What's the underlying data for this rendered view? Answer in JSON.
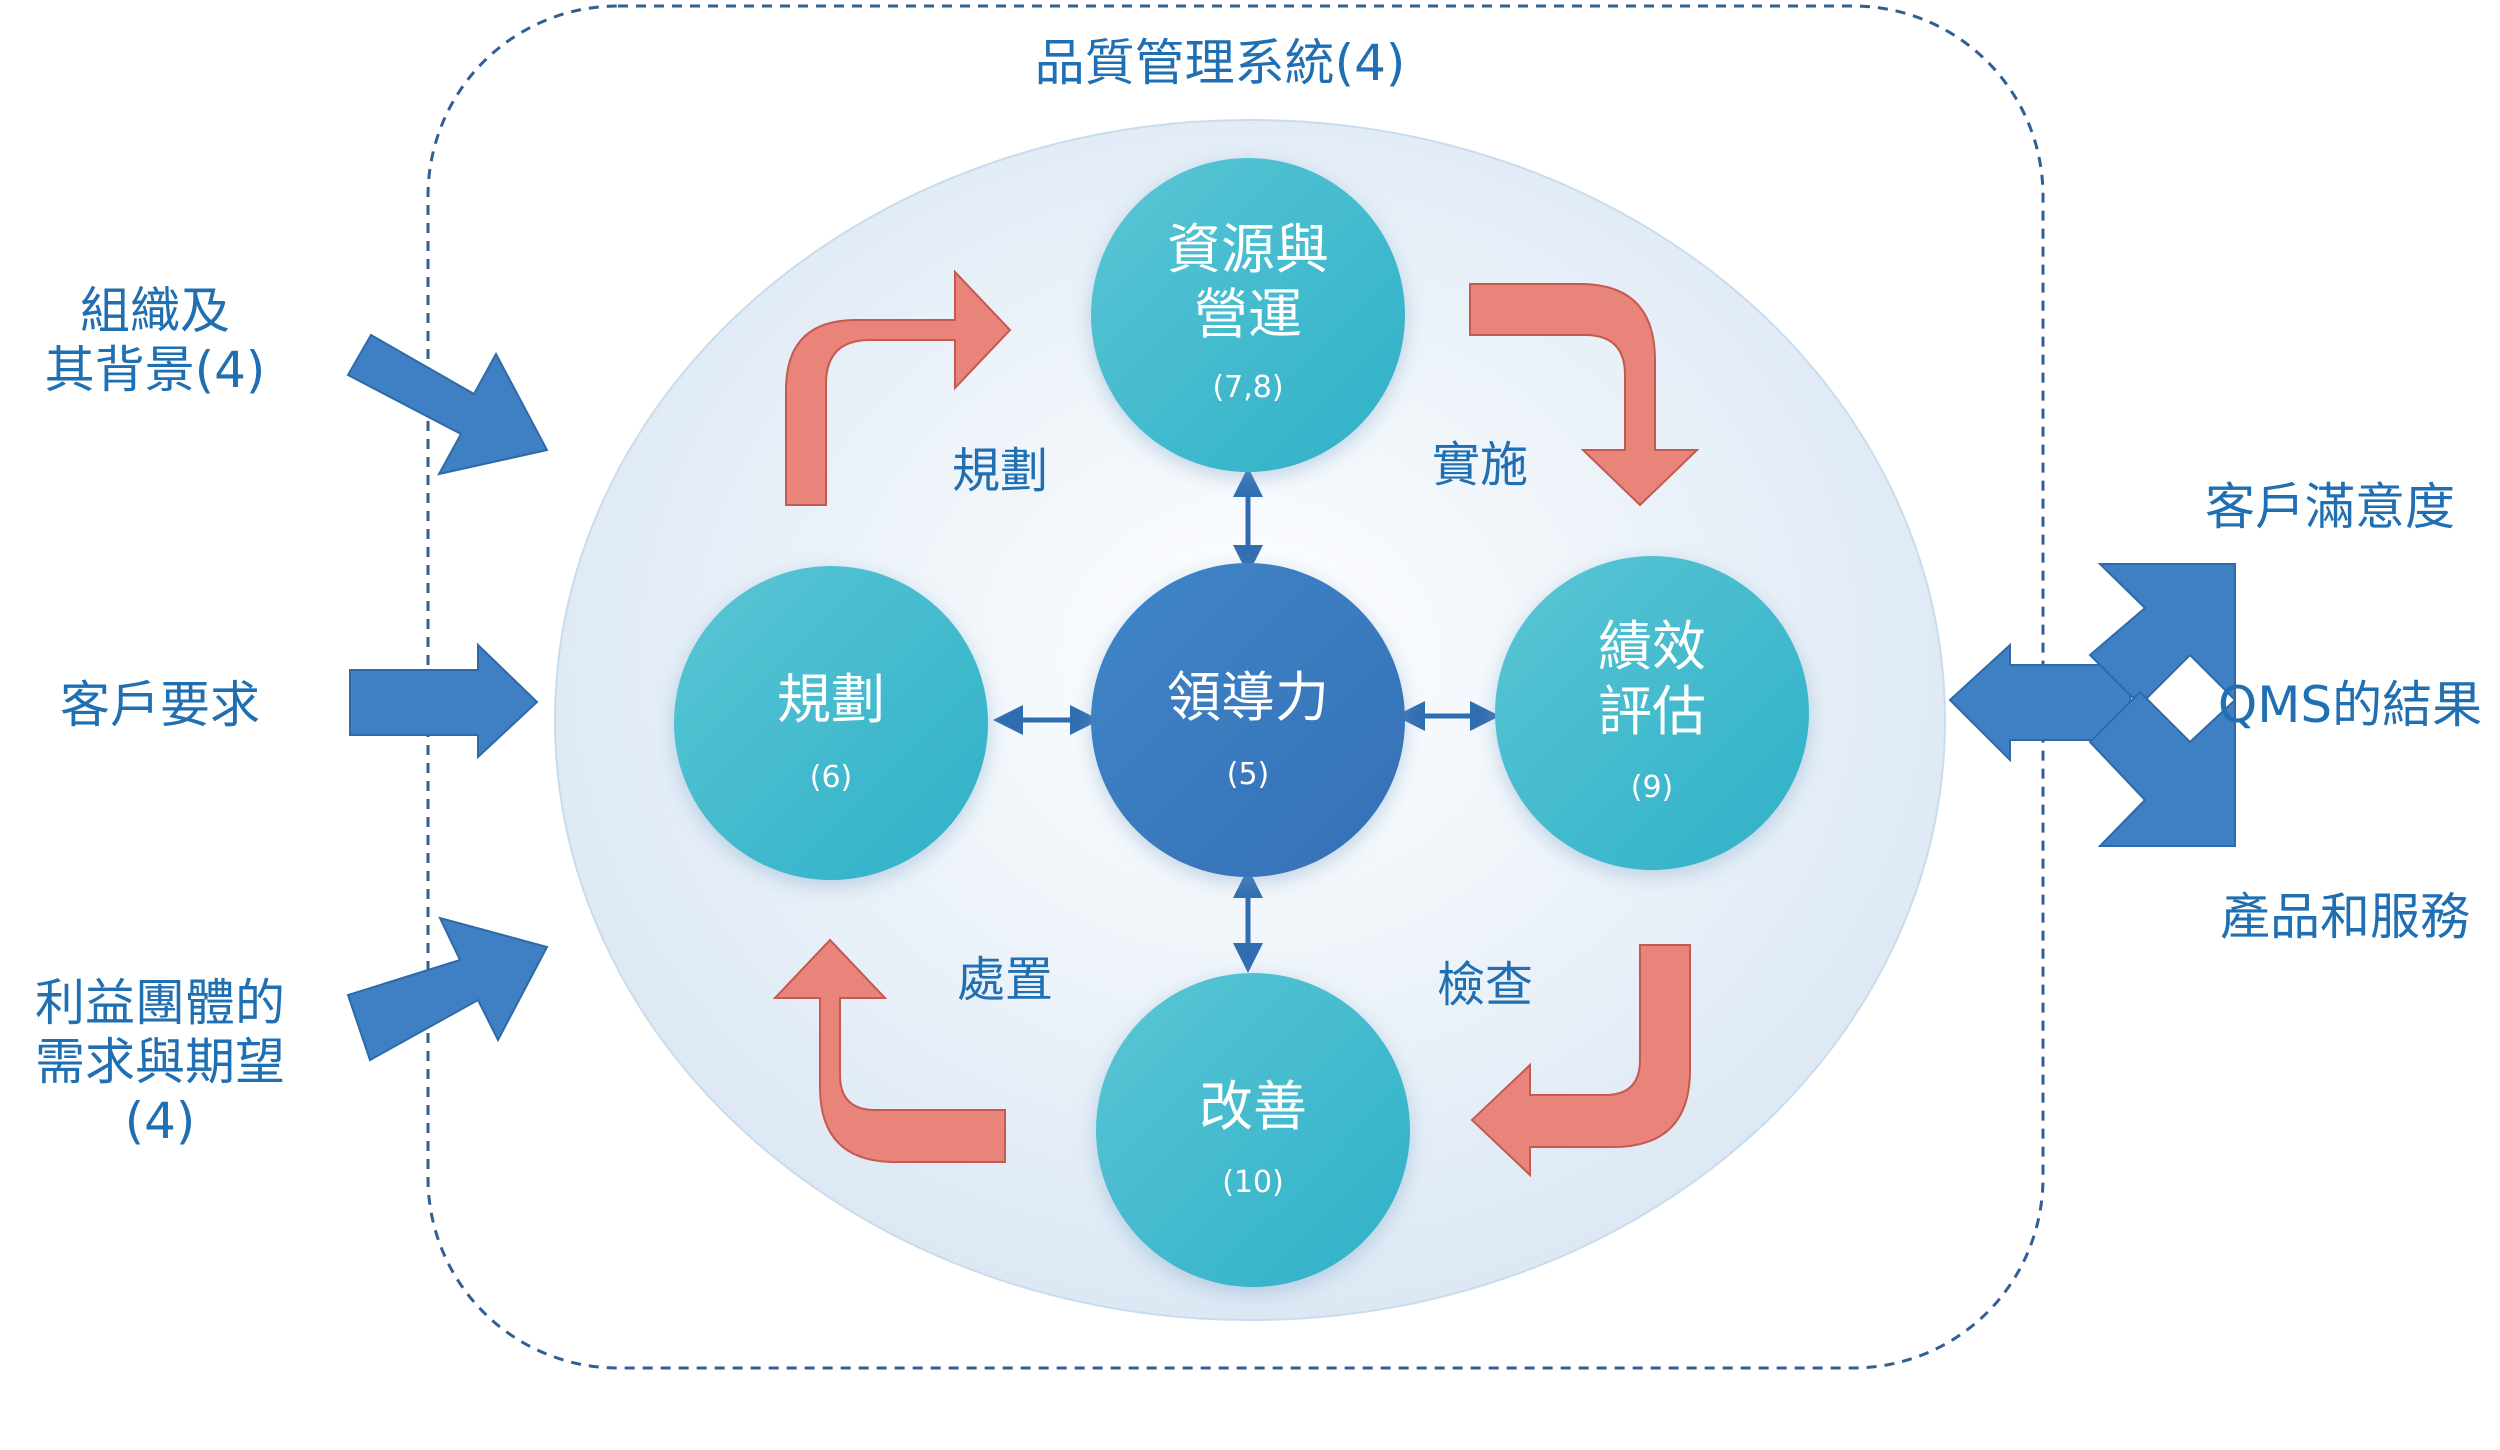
{
  "diagram": {
    "system_title": "品質管理系統(4)",
    "inputs": [
      "組織及\n其背景(4)",
      "客戶要求",
      "利益團體的\n需求與期望\n(4)"
    ],
    "nodes": {
      "top": {
        "title": "資源與\n營運",
        "num": "(7,8)"
      },
      "left": {
        "title": "規劃",
        "num": "(6)"
      },
      "center": {
        "title": "領導力",
        "num": "(5)"
      },
      "right": {
        "title": "績效\n評估",
        "num": "(9)"
      },
      "bottom": {
        "title": "改善",
        "num": "(10)"
      }
    },
    "phases": {
      "plan": "規劃",
      "do": "實施",
      "check": "檢查",
      "act": "處置"
    },
    "outputs": {
      "satisfaction": "客戶滿意度",
      "results": "QMS的結果",
      "products": "產品和服務"
    },
    "colors": {
      "text": "#1f6fb2",
      "blue_arrow": "#3f7fc3",
      "red_arrow": "#e8847a",
      "teal_node": "#3db6c9",
      "center_node": "#3a79c1",
      "dash": "#2f5f93"
    }
  }
}
